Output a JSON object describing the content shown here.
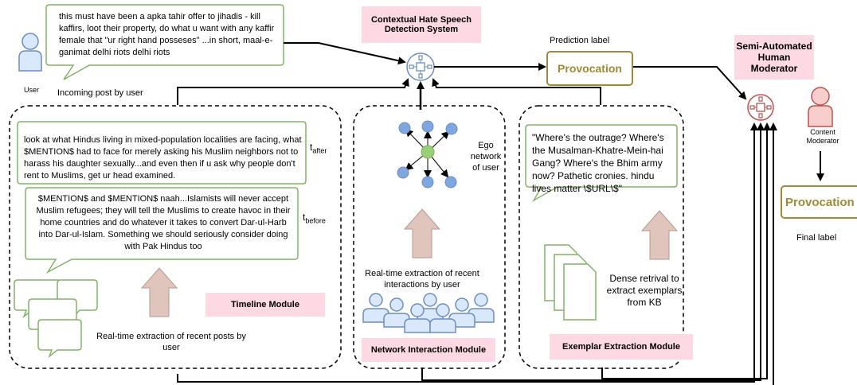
{
  "title": "Contextual Hate Speech Detection System",
  "incoming_post": "this must have been a apka tahir offer to jihadis - kill kaffirs, loot their property, do what u want with any kaffir female that \"ur right hand posseses\" ...in short, maal-e-ganimat delhi riots delhi riots",
  "user_label": "User",
  "incoming_label": "Incoming post by user",
  "prediction_label": "Prediction label",
  "prediction_value": "Provocation",
  "moderator_title": "Semi-Automated Human Moderator",
  "content_moderator": "Content Moderator",
  "final_value": "Provocation",
  "final_label": "Final label",
  "timeline": {
    "post_after": "look at what Hindus living in mixed-population localities are facing, what $MENTION$ had to face for merely asking his Muslim neighbors not to harass his daughter sexually...and even then if u ask why people don't rent to Muslims, get ur head examined.",
    "post_before": "$MENTION$ and $MENTION$ naah...Islamists will never accept Muslim refugees; they will tell the Muslims to create havoc in their home countries and do whatever it takes to convert Dar-ul-Harb into Dar-ul-Islam. Something we should seriously consider doing with Pak Hindus too",
    "t_after": "t",
    "t_after_sub": "after",
    "t_before": "t",
    "t_before_sub": "before",
    "module_label": "Timeline Module",
    "extraction_text": "Real-time extraction of recent posts by user"
  },
  "network": {
    "ego_label": "Ego network of user",
    "extraction_text": "Real-time extraction of recent interactions by user",
    "module_label": "Network Interaction Module"
  },
  "exemplar": {
    "quote": "\"Where's the outrage? Where's the Musalman-Khatre-Mein-hai Gang? Where's the Bhim army now? Pathetic cronies. hindu lives matter \\$URL\\$\"",
    "retrieval_text": "Dense retrival to extract exemplars from KB",
    "module_label": "Exemplar Extraction Module"
  },
  "colors": {
    "bubble_green": "#82b366",
    "pink_label": "#fcd9e3",
    "user_blue": "#6c8ebf",
    "moderator_red": "#b85450",
    "provocation_gold": "#a08a32",
    "arrow_tan": "#e0c5bd",
    "node_blue": "#7ea6e0",
    "node_green": "#97d077"
  }
}
